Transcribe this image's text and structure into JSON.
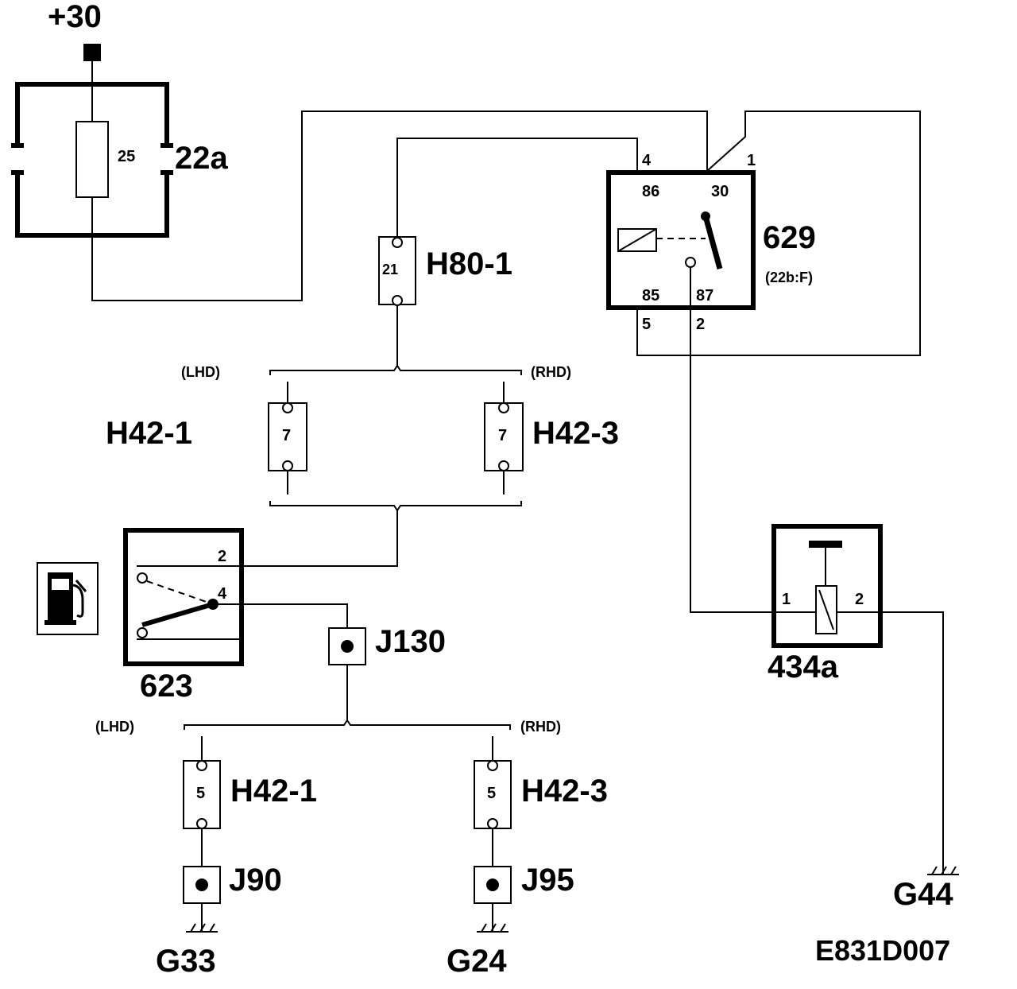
{
  "diagram": {
    "supply": "+30",
    "fuse_box": {
      "label": "22a",
      "fuse_value": "25"
    },
    "relay": {
      "label": "629",
      "sublabel": "(22b:F)",
      "pins": {
        "p86": "86",
        "p30": "30",
        "p85": "85",
        "p87": "87",
        "p4": "4",
        "p1": "1",
        "p5": "5",
        "p2": "2"
      }
    },
    "connectors": {
      "h80": {
        "label": "H80-1",
        "pin": "21"
      },
      "h42_1_top": {
        "label": "H42-1",
        "pin": "7"
      },
      "h42_3_top": {
        "label": "H42-3",
        "pin": "7"
      },
      "h42_1_bottom": {
        "label": "H42-1",
        "pin": "5"
      },
      "h42_3_bottom": {
        "label": "H42-3",
        "pin": "5"
      }
    },
    "variants": {
      "lhd": "(LHD)",
      "rhd": "(RHD)"
    },
    "switch": {
      "label": "623",
      "pin2": "2",
      "pin4": "4"
    },
    "splices": {
      "j130": "J130",
      "j90": "J90",
      "j95": "J95"
    },
    "pump": {
      "label": "434a",
      "pin1": "1",
      "pin2": "2"
    },
    "grounds": {
      "g33": "G33",
      "g24": "G24",
      "g44": "G44"
    },
    "figure_id": "E831D007"
  }
}
